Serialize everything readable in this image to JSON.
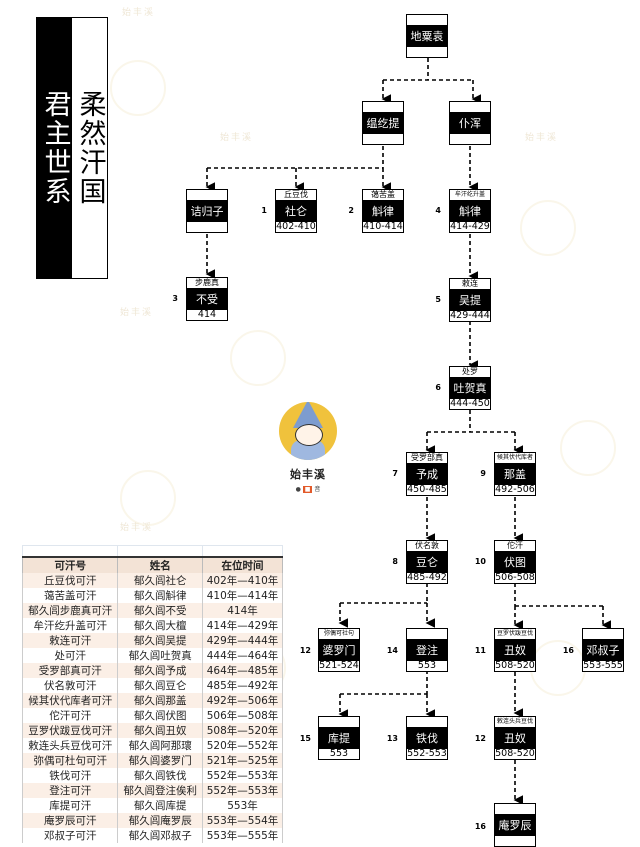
{
  "title": {
    "left_black": "君主世系",
    "right_white": "柔然汗国"
  },
  "watermark": {
    "text": "始丰溪"
  },
  "logo": {
    "name": "始丰溪",
    "sub_icons": [
      "wechat-icon",
      "toutiao-icon",
      "yin-icon"
    ],
    "sub_text": "音"
  },
  "nodes": {
    "diliyuan": {
      "title": "",
      "name": "地粟袁",
      "years": "",
      "idx": ""
    },
    "wenheti": {
      "title": "",
      "name": "缊纥提",
      "years": "",
      "idx": ""
    },
    "puhun": {
      "title": "",
      "name": "仆浑",
      "years": "",
      "idx": ""
    },
    "jieguizi": {
      "title": "",
      "name": "诘归子",
      "years": "",
      "idx": ""
    },
    "shelun": {
      "title": "丘豆伐",
      "name": "社仑",
      "years": "402-410",
      "idx": "1"
    },
    "hulv2": {
      "title": "蔼苦盖",
      "name": "斛律",
      "years": "410-414",
      "idx": "2"
    },
    "hulv4": {
      "title": "牟汗纥升盖",
      "name": "斛律",
      "years": "414-429",
      "idx": "4"
    },
    "bushou": {
      "title": "步鹿真",
      "name": "不受",
      "years": "414",
      "idx": "3"
    },
    "wuti": {
      "title": "敕连",
      "name": "吴提",
      "years": "429-444",
      "idx": "5"
    },
    "tuhezhen": {
      "title": "处罗",
      "name": "吐贺真",
      "years": "444-450",
      "idx": "6"
    },
    "yucheng": {
      "title": "受罗部真",
      "name": "予成",
      "years": "450-485",
      "idx": "7"
    },
    "nagai": {
      "title": "候其伏代库者",
      "name": "那盖",
      "years": "492-506",
      "idx": "9"
    },
    "doulun": {
      "title": "伏名敦",
      "name": "豆仑",
      "years": "485-492",
      "idx": "8"
    },
    "futu": {
      "title": "佗汗",
      "name": "伏图",
      "years": "506-508",
      "idx": "10"
    },
    "poluomen": {
      "title": "弥偶可社句",
      "name": "婆罗门",
      "years": "521-524",
      "idx": "12"
    },
    "dengzhu": {
      "title": "",
      "name": "登注",
      "years": "553",
      "idx": "14"
    },
    "chounu11": {
      "title": "豆罗伏跋豆伐",
      "name": "丑奴",
      "years": "508-520",
      "idx": "11"
    },
    "dengshuzi": {
      "title": "",
      "name": "邓叔子",
      "years": "553-555",
      "idx": "16"
    },
    "kuti": {
      "title": "",
      "name": "库提",
      "years": "553",
      "idx": "15"
    },
    "tiefa": {
      "title": "",
      "name": "铁伐",
      "years": "552-553",
      "idx": "13"
    },
    "chounu12": {
      "title": "敕连头兵豆伐",
      "name": "丑奴",
      "years": "508-520",
      "idx": "12"
    },
    "anluochen": {
      "title": "",
      "name": "庵罗辰",
      "years": "",
      "idx": "16"
    }
  },
  "table": {
    "headers": [
      "可汗号",
      "姓名",
      "在位时间"
    ],
    "rows": [
      [
        "丘豆伐可汗",
        "郁久闾社仑",
        "402年—410年"
      ],
      [
        "蔼苦盖可汗",
        "郁久闾斛律",
        "410年—414年"
      ],
      [
        "郁久闾步鹿真可汗",
        "郁久闾不受",
        "414年"
      ],
      [
        "牟汗纥升盖可汗",
        "郁久闾大檀",
        "414年—429年"
      ],
      [
        "敕连可汗",
        "郁久闾吴提",
        "429年—444年"
      ],
      [
        "处可汗",
        "郁久闾吐贺真",
        "444年—464年"
      ],
      [
        "受罗部真可汗",
        "郁久闾予成",
        "464年—485年"
      ],
      [
        "伏名敦可汗",
        "郁久闾豆仑",
        "485年—492年"
      ],
      [
        "候其伏代库者可汗",
        "郁久闾那盖",
        "492年—506年"
      ],
      [
        "佗汗可汗",
        "郁久闾伏图",
        "506年—508年"
      ],
      [
        "豆罗伏跋豆伐可汗",
        "郁久闾丑奴",
        "508年—520年"
      ],
      [
        "敕连头兵豆伐可汗",
        "郁久闾阿那瓌",
        "520年—552年"
      ],
      [
        "弥偶可杜句可汗",
        "郁久闾婆罗门",
        "521年—525年"
      ],
      [
        "铁伐可汗",
        "郁久闾铁伐",
        "552年—553年"
      ],
      [
        "登注可汗",
        "郁久闾登注俟利",
        "552年—553年"
      ],
      [
        "库提可汗",
        "郁久闾库提",
        "553年"
      ],
      [
        "庵罗辰可汗",
        "郁久闾庵罗辰",
        "553年—554年"
      ],
      [
        "邓叔子可汗",
        "郁久闾邓叔子",
        "553年—555年"
      ]
    ]
  },
  "colors": {
    "node_fill": "#000000",
    "node_band": "#ffffff",
    "table_header_bg": "#f3e3d6",
    "table_row_alt_bg": "#fbefe6",
    "logo_circle": "#f0c23c"
  }
}
